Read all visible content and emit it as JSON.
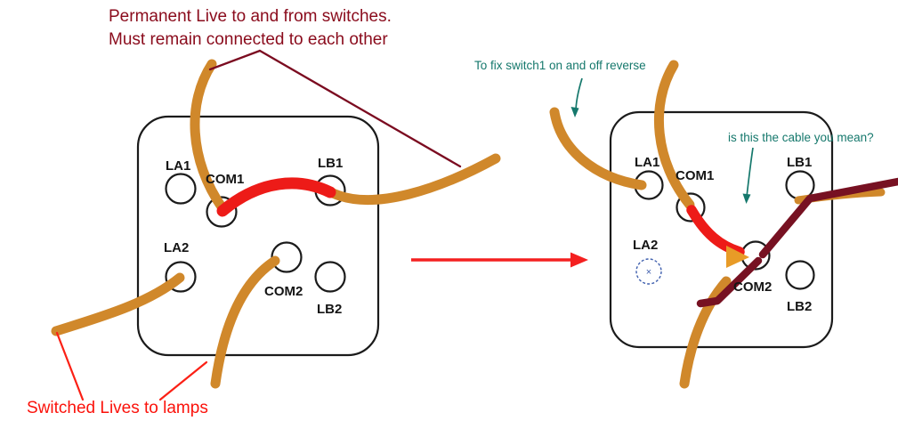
{
  "colors": {
    "wire_orange": "#d0882b",
    "wire_red": "#ed1b18",
    "wire_maroon": "#771122",
    "annotation_dark_red": "#8a0b1c",
    "annotation_red": "#fb120b",
    "annotation_teal": "#15786c",
    "plate_outline": "#1b1b1b",
    "la2_mark_blue": "#3f5fae"
  },
  "annotations": {
    "permanent_live_line1": "Permanent Live to and from switches.",
    "permanent_live_line2": "Must remain connected to each other",
    "fix_switch": "To fix switch1 on and off reverse",
    "cable_question": "is this the cable you mean?",
    "switched_lives": "Switched Lives to lamps"
  },
  "switch_left": {
    "terminals": [
      "LA1",
      "COM1",
      "LB1",
      "LA2",
      "COM2",
      "LB2"
    ]
  },
  "switch_right": {
    "terminals": [
      "LA1",
      "COM1",
      "LB1",
      "LA2",
      "COM2",
      "LB2"
    ],
    "la2_mark": "×"
  }
}
